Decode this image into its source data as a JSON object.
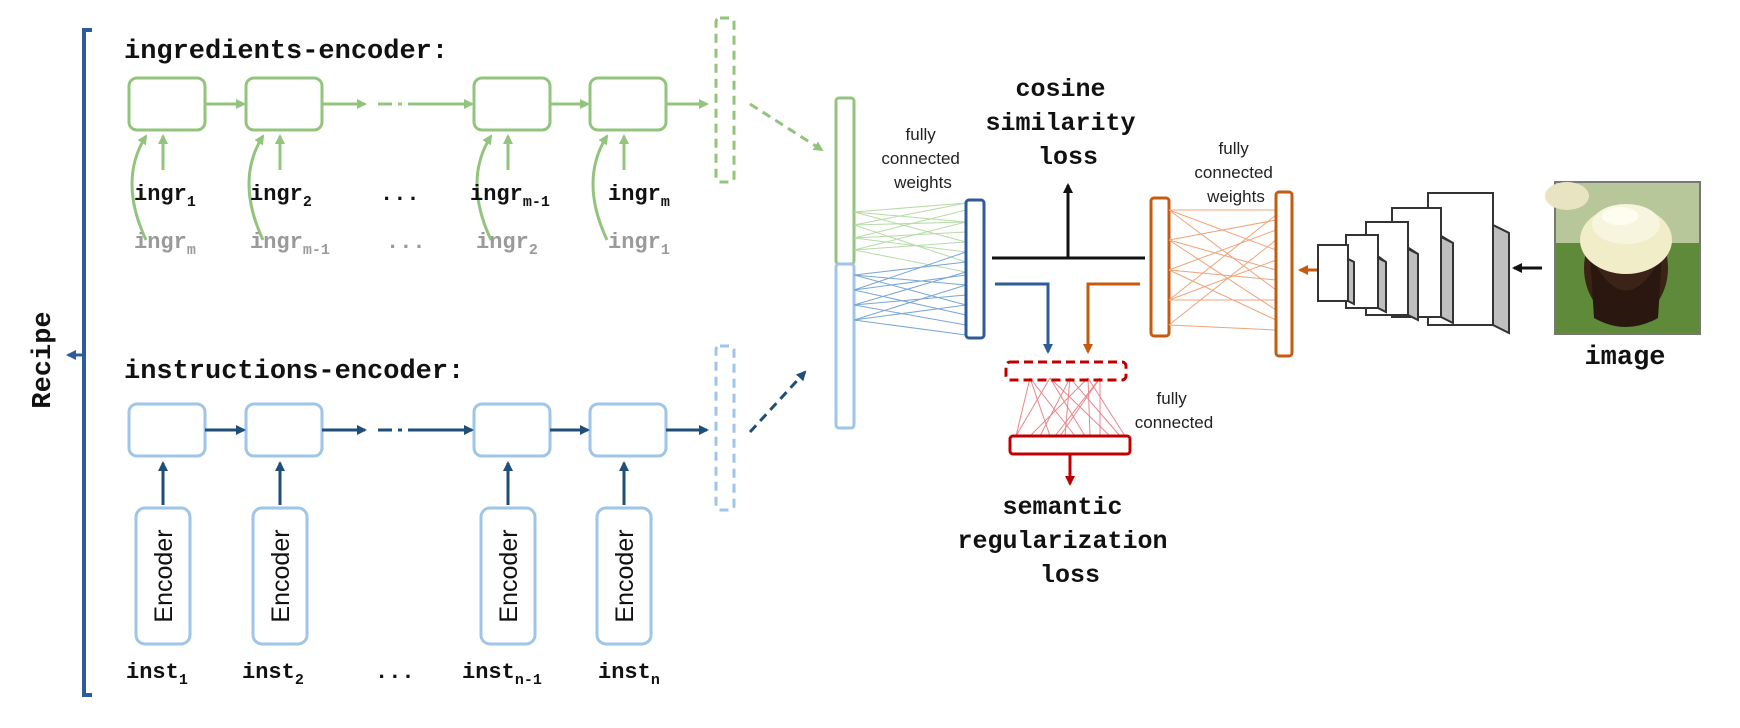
{
  "recipe_label": "Recipe",
  "ingredients_encoder": {
    "title": "ingredients-encoder:",
    "forward_tokens": [
      {
        "base": "ingr",
        "sub": "1"
      },
      {
        "base": "ingr",
        "sub": "2"
      },
      {
        "base": "...",
        "sub": ""
      },
      {
        "base": "ingr",
        "sub": "m-1"
      },
      {
        "base": "ingr",
        "sub": "m"
      }
    ],
    "backward_tokens": [
      {
        "base": "ingr",
        "sub": "m"
      },
      {
        "base": "ingr",
        "sub": "m-1"
      },
      {
        "base": "...",
        "sub": ""
      },
      {
        "base": "ingr",
        "sub": "2"
      },
      {
        "base": "ingr",
        "sub": "1"
      }
    ]
  },
  "instructions_encoder": {
    "title": "instructions-encoder:",
    "encoder_label": "Encoder",
    "tokens": [
      {
        "base": "inst",
        "sub": "1"
      },
      {
        "base": "inst",
        "sub": "2"
      },
      {
        "base": "...",
        "sub": ""
      },
      {
        "base": "inst",
        "sub": "n-1"
      },
      {
        "base": "inst",
        "sub": "n"
      }
    ]
  },
  "fc_recipe_label": [
    "fully",
    "connected",
    "weights"
  ],
  "fc_image_label": [
    "fully",
    "connected",
    "weights"
  ],
  "fc_semantic_label": [
    "fully",
    "connected"
  ],
  "cosine_loss_label": [
    "cosine",
    "similarity",
    "loss"
  ],
  "semantic_loss_label": [
    "semantic",
    "regularization",
    "loss"
  ],
  "image_label": "image",
  "colors": {
    "ingredients": "#93c47d",
    "instructions_box": "#9fc5e8",
    "instructions_arrow": "#1f4e79",
    "recipe_bracket": "#2e5c9a",
    "recipe_embed": "#2e5c9a",
    "image_branch": "#c55a11",
    "semantic": "#c00000",
    "cnn": "#444444"
  }
}
